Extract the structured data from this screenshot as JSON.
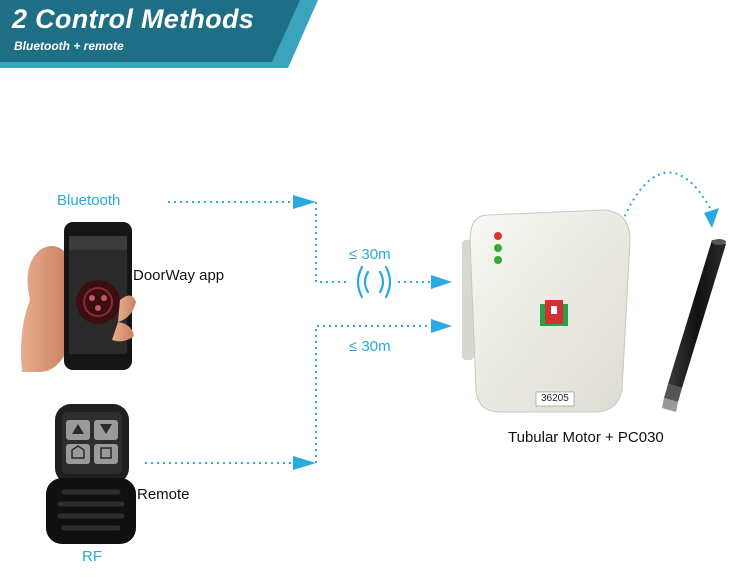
{
  "banner": {
    "title": "2 Control Methods",
    "subtitle": "Bluetooth + remote",
    "colors": {
      "dark": "#1e6f86",
      "light": "#3aa3be"
    }
  },
  "labels": {
    "bluetooth": "Bluetooth",
    "app": "DoorWay app",
    "range_top": "≤ 30m",
    "range_bottom": "≤ 30m",
    "remote": "Remote",
    "rf": "RF",
    "product": "Tubular Motor + PC030",
    "device_serial": "36205"
  },
  "colors": {
    "accent": "#29a9e1"
  },
  "icons": [
    "smartphone-in-hand",
    "remote-control",
    "signal-waves-icon",
    "controller-box",
    "tubular-motor"
  ]
}
